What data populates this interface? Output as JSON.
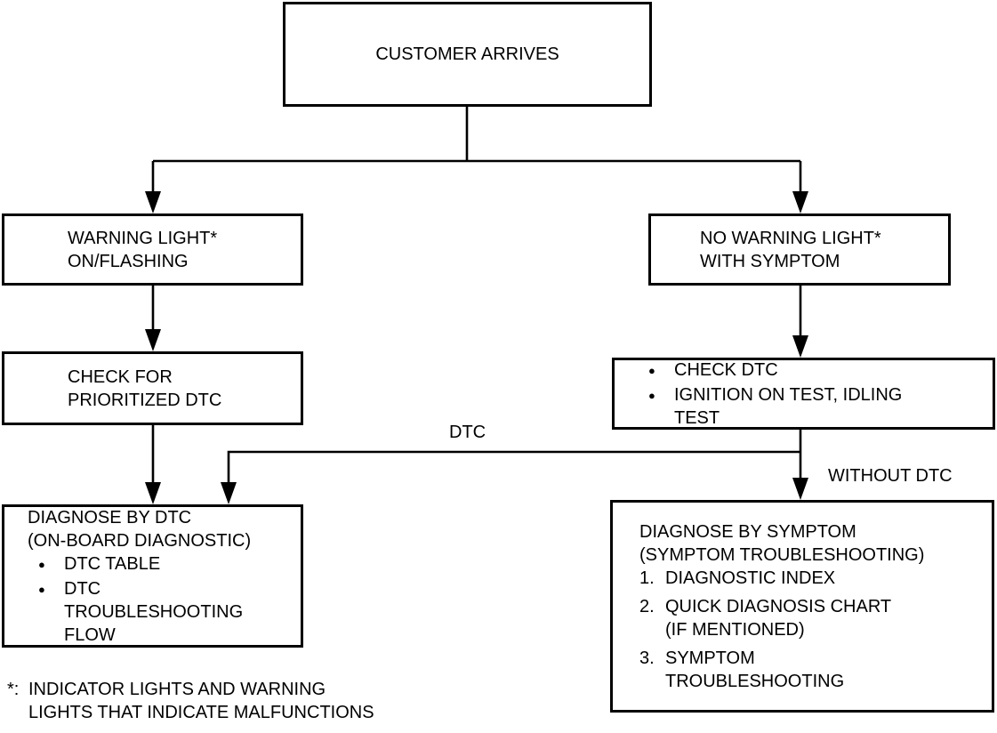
{
  "diagram": {
    "type": "flowchart",
    "background_color": "#ffffff",
    "line_color": "#000000",
    "text_color": "#000000",
    "nodes": {
      "customer_arrives": {
        "text": "CUSTOMER ARRIVES"
      },
      "warning_light": {
        "text": "WARNING LIGHT*\nON/FLASHING"
      },
      "no_warning_light": {
        "text": "NO WARNING LIGHT*\nWITH SYMPTOM"
      },
      "check_prioritized_dtc": {
        "text": "CHECK FOR\nPRIORITIZED DTC"
      },
      "check_dtc": {
        "bullet_char": "●",
        "items": [
          {
            "text": "CHECK DTC"
          },
          {
            "text": "IGNITION ON TEST, IDLING\nTEST"
          }
        ]
      },
      "diagnose_by_dtc": {
        "title": "DIAGNOSE BY DTC\n(ON-BOARD DIAGNOSTIC)",
        "bullet_char": "●",
        "items": [
          {
            "text": "DTC TABLE"
          },
          {
            "text": "DTC\nTROUBLESHOOTING\nFLOW"
          }
        ]
      },
      "diagnose_by_symptom": {
        "title": "DIAGNOSE BY SYMPTOM\n(SYMPTOM TROUBLESHOOTING)",
        "items": [
          {
            "marker": "1.",
            "text": "DIAGNOSTIC INDEX"
          },
          {
            "marker": "2.",
            "text": "QUICK DIAGNOSIS CHART\n(IF MENTIONED)"
          },
          {
            "marker": "3.",
            "text": "SYMPTOM\nTROUBLESHOOTING"
          }
        ]
      }
    },
    "edge_labels": {
      "dtc": "DTC",
      "without_dtc": "WITHOUT DTC"
    },
    "footnote": {
      "marker": "*:",
      "line1": "INDICATOR LIGHTS AND WARNING",
      "line2": "LIGHTS THAT INDICATE MALFUNCTIONS"
    }
  }
}
